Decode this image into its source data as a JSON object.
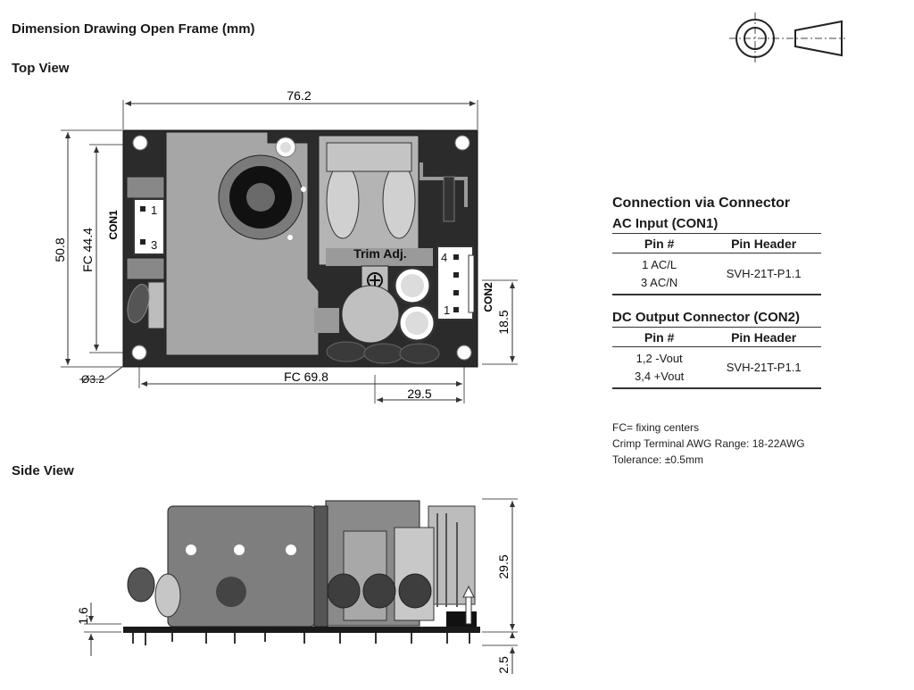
{
  "title": "Dimension Drawing Open Frame (mm)",
  "top_view_label": "Top View",
  "side_view_label": "Side View",
  "top_view": {
    "width_label": "76.2",
    "height_label": "50.8",
    "fc_height_label": "FC 44.4",
    "fc_width_label": "FC 69.8",
    "hole_label": "Ø3.2",
    "con2_offset_label": "29.5",
    "con2_height_label": "18.5",
    "con1_label": "CON1",
    "con2_label": "CON2",
    "trim_label": "Trim Adj.",
    "con1_pins": [
      "1",
      "3"
    ],
    "con2_pins": [
      "4",
      "1"
    ]
  },
  "side_view": {
    "height_label": "29.5",
    "board_label": "1.6",
    "pin_label": "2.5"
  },
  "connection": {
    "title": "Connection via Connector",
    "ac_title": "AC Input (CON1)",
    "ac_headers": [
      "Pin #",
      "Pin Header"
    ],
    "ac_pins": [
      "1 AC/L",
      "3 AC/N"
    ],
    "ac_header_value": "SVH-21T-P1.1",
    "dc_title": "DC Output Connector (CON2)",
    "dc_headers": [
      "Pin #",
      "Pin Header"
    ],
    "dc_pins": [
      "1,2 -Vout",
      "3,4 +Vout"
    ],
    "dc_header_value": "SVH-21T-P1.1"
  },
  "notes": [
    "FC= fixing centers",
    "Crimp Terminal AWG Range: 18-22AWG",
    "Tolerance: ±0.5mm"
  ]
}
